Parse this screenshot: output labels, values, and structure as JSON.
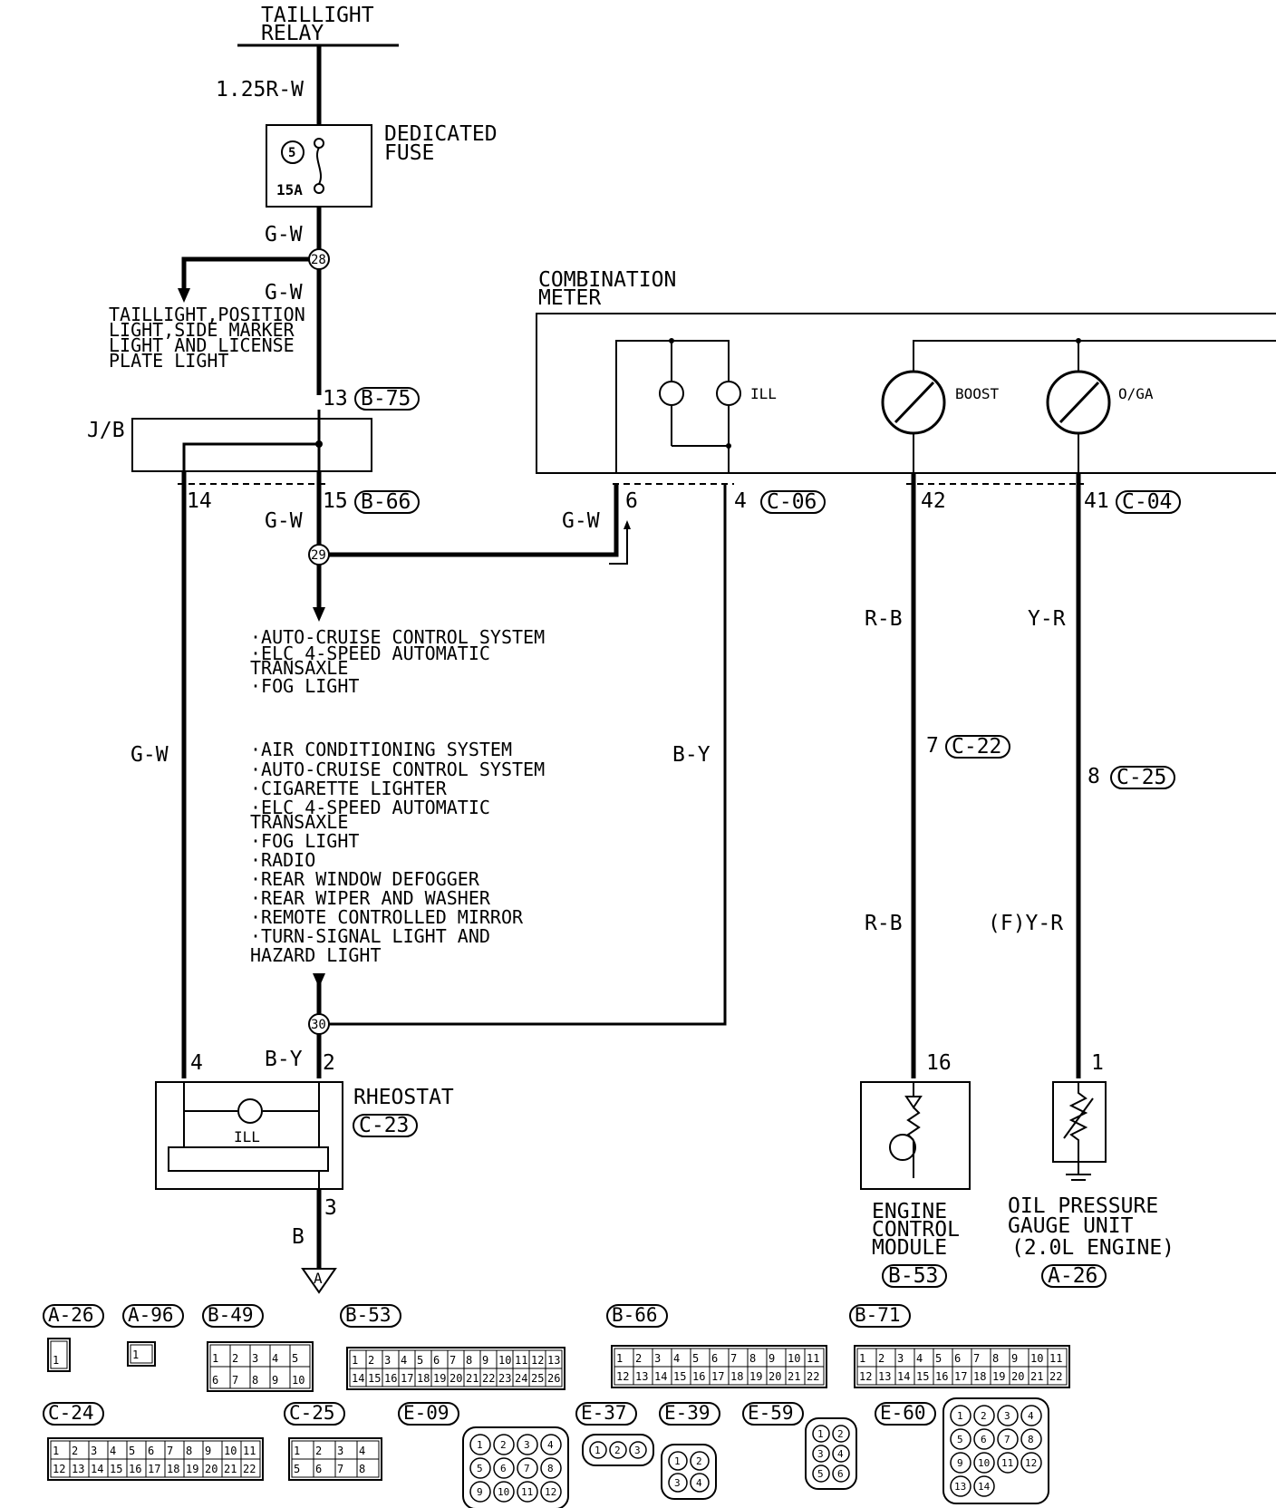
{
  "labels": {
    "taillight_relay_1": "TAILLIGHT",
    "taillight_relay_2": "RELAY",
    "wire_top": "1.25R-W",
    "fuse_num": "5",
    "fuse_amp": "15A",
    "dedicated_fuse_1": "DEDICATED",
    "dedicated_fuse_2": "FUSE",
    "gw_1": "G-W",
    "gw_2": "G-W",
    "node_28": "28",
    "taillight_list": [
      "TAILLIGHT,POSITION",
      "LIGHT,SIDE MARKER",
      "LIGHT AND LICENSE",
      "PLATE LIGHT"
    ],
    "pin_13": "13",
    "conn_b75": "B-75",
    "jb": "J/B",
    "pin_14": "14",
    "pin_15": "15",
    "conn_b66": "B-66",
    "gw_3": "G-W",
    "gw_4": "G-W",
    "node_29": "29",
    "list_1": [
      "·AUTO-CRUISE CONTROL SYSTEM",
      "·ELC 4-SPEED AUTOMATIC",
      " TRANSAXLE",
      "·FOG LIGHT"
    ],
    "list_2": [
      "·AIR CONDITIONING SYSTEM",
      "·AUTO-CRUISE CONTROL SYSTEM",
      "·CIGARETTE LIGHTER",
      "·ELC 4-SPEED AUTOMATIC",
      " TRANSAXLE",
      "·FOG LIGHT",
      "·RADIO",
      "·REAR WINDOW DEFOGGER",
      "·REAR WIPER AND WASHER",
      "·REMOTE CONTROLLED MIRROR",
      "·TURN-SIGNAL LIGHT AND",
      " HAZARD LIGHT"
    ],
    "gw_left": "G-W",
    "by_right": "B-Y",
    "node_30": "30",
    "pin_4_rh": "4",
    "by_bottom": "B-Y",
    "pin_2_rh": "2",
    "rheostat": "RHEOSTAT",
    "conn_c23": "C-23",
    "ill_rh": "ILL",
    "pin_3": "3",
    "wire_b": "B",
    "ground_a": "A",
    "combination_1": "COMBINATION",
    "combination_2": "METER",
    "ill_meter": "ILL",
    "boost": "BOOST",
    "oga": "O/GA",
    "pin_6": "6",
    "pin_4_cm": "4",
    "conn_c06": "C-06",
    "pin_42": "42",
    "pin_41": "41",
    "conn_c04": "C-04",
    "rb_1": "R-B",
    "yr_1": "Y-R",
    "pin_7": "7",
    "conn_c22": "C-22",
    "pin_8": "8",
    "conn_c25_mid": "C-25",
    "rb_2": "R-B",
    "yr_2": "(F)Y-R",
    "pin_16": "16",
    "pin_1": "1",
    "ecm_1": "ENGINE",
    "ecm_2": "CONTROL",
    "ecm_3": "MODULE",
    "conn_b53": "B-53",
    "oil_1": "OIL PRESSURE",
    "oil_2": "GAUGE UNIT",
    "oil_3": "(2.0L ENGINE)",
    "conn_a26": "A-26"
  },
  "connectors": {
    "row1": [
      "A-26",
      "A-96",
      "B-49",
      "B-53",
      "B-66",
      "B-71"
    ],
    "row2": [
      "C-24",
      "C-25",
      "E-09",
      "E-37",
      "E-39",
      "E-59",
      "E-60"
    ],
    "a26_pins": [
      "1"
    ],
    "a96_pins": [
      "1"
    ],
    "b49_pins": [
      "1",
      "2",
      "3",
      "4",
      "5",
      "6",
      "7",
      "8",
      "9",
      "10"
    ],
    "b53_pins": [
      "1",
      "2",
      "3",
      "4",
      "5",
      "6",
      "7",
      "8",
      "9",
      "10",
      "11",
      "12",
      "13",
      "14",
      "15",
      "16",
      "17",
      "18",
      "19",
      "20",
      "21",
      "22",
      "23",
      "24",
      "25",
      "26"
    ],
    "b66_pins": [
      "1",
      "2",
      "3",
      "4",
      "5",
      "6",
      "7",
      "8",
      "9",
      "10",
      "11",
      "12",
      "13",
      "14",
      "15",
      "16",
      "17",
      "18",
      "19",
      "20",
      "21",
      "22"
    ],
    "b71_pins": [
      "1",
      "2",
      "3",
      "4",
      "5",
      "6",
      "7",
      "8",
      "9",
      "10",
      "11",
      "12",
      "13",
      "14",
      "15",
      "16",
      "17",
      "18",
      "19",
      "20",
      "21",
      "22"
    ],
    "c24_pins": [
      "1",
      "2",
      "3",
      "4",
      "5",
      "6",
      "7",
      "8",
      "9",
      "10",
      "11",
      "12",
      "13",
      "14",
      "15",
      "16",
      "17",
      "18",
      "19",
      "20",
      "21",
      "22"
    ],
    "c25_pins": [
      "1",
      "2",
      "3",
      "4",
      "5",
      "6",
      "7",
      "8"
    ],
    "e09_pins": [
      "1",
      "2",
      "3",
      "4",
      "5",
      "6",
      "7",
      "8",
      "9",
      "10",
      "11",
      "12"
    ],
    "e37_pins": [
      "1",
      "2",
      "3"
    ],
    "e39_pins": [
      "1",
      "2",
      "3",
      "4"
    ],
    "e59_pins": [
      "1",
      "2",
      "3",
      "4",
      "5",
      "6"
    ],
    "e60_pins": [
      "1",
      "2",
      "3",
      "4",
      "5",
      "6",
      "7",
      "8",
      "9",
      "10",
      "11",
      "12",
      "13",
      "14"
    ]
  }
}
